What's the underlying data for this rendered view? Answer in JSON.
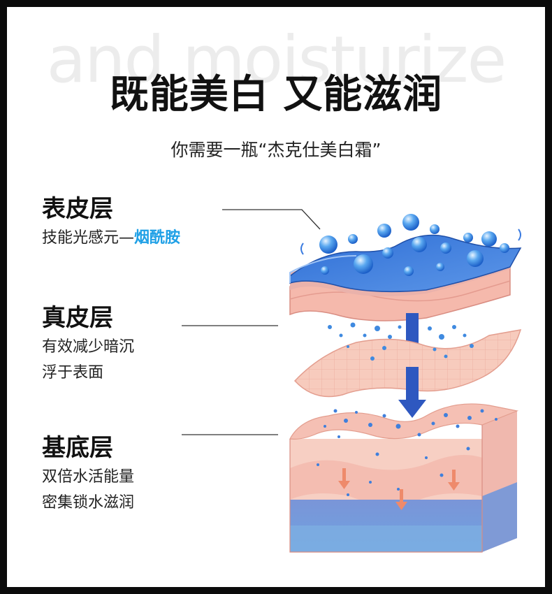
{
  "watermark": "and moisturize",
  "title": "既能美白 又能滋润",
  "subtitle": "你需要一瓶“杰克仕美白霜”",
  "layers": [
    {
      "name": "表皮层",
      "desc_prefix": "技能光感元—",
      "desc_highlight": "烟酰胺"
    },
    {
      "name": "真皮层",
      "desc_line1": "有效减少暗沉",
      "desc_line2": "浮于表面"
    },
    {
      "name": "基底层",
      "desc_line1": "双倍水活能量",
      "desc_line2": "密集锁水滋润"
    }
  ],
  "colors": {
    "highlight": "#1fa0e6",
    "epidermis_blue": "#3e78d6",
    "skin_pink": "#f6c9bf",
    "basal_blue": "#6d8fd3"
  }
}
